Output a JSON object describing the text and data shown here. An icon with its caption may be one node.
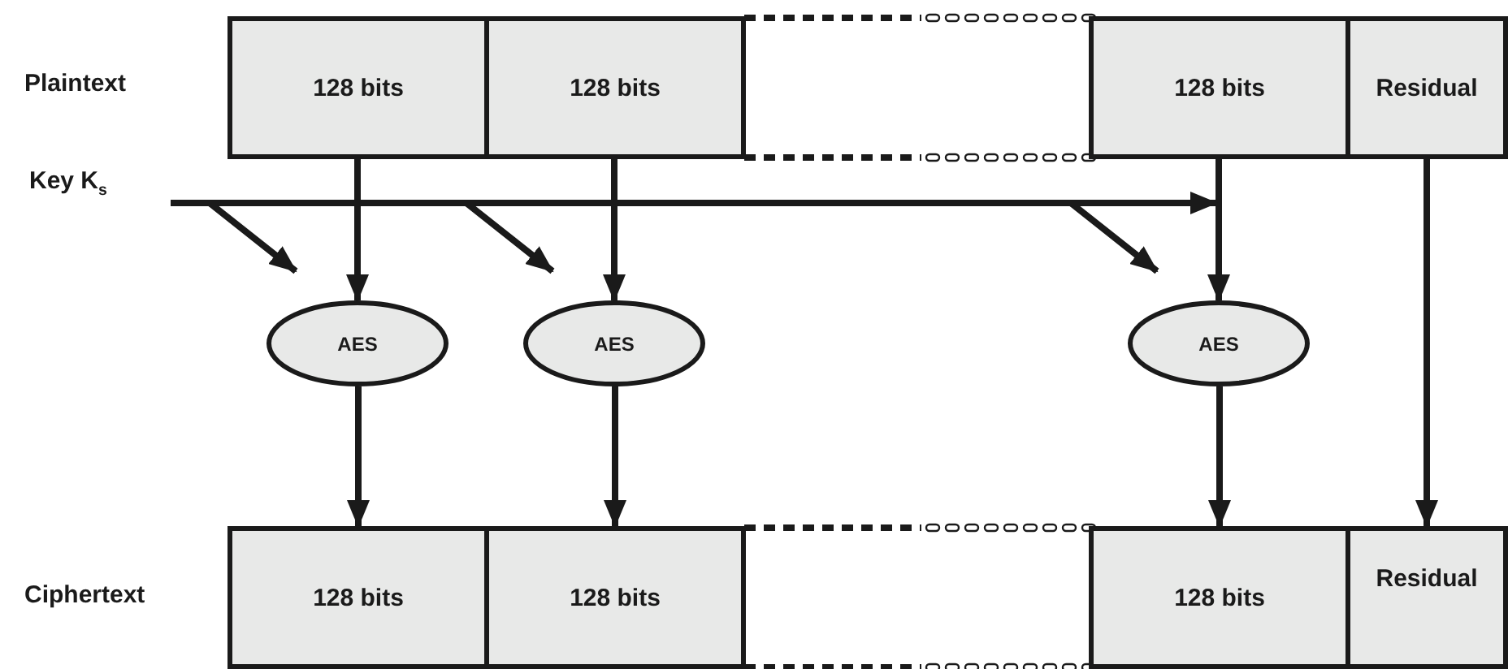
{
  "diagram": {
    "nodes": [
      {
        "text": [
          "128 bits"
        ]
      },
      {
        "text": [
          "128 bits"
        ]
      },
      {
        "text": [
          "128 bits"
        ]
      },
      {
        "text": [
          "Residual"
        ]
      },
      {
        "text": [
          "Key K$_{s}$"
        ]
      },
      {
        "text": [
          "AES"
        ]
      },
      {
        "text": [
          "AES"
        ]
      },
      {
        "text": [
          "AES"
        ]
      },
      {
        "text": [
          "128 bits"
        ]
      },
      {
        "text": [
          "128 bits"
        ]
      },
      {
        "text": [
          "128 bits"
        ]
      },
      {
        "text": [
          "Residual"
        ]
      }
    ],
    "edges": [
      {
        "from": 0,
        "to": 5,
        "arrow": "to"
      },
      {
        "from": 1,
        "to": 6,
        "arrow": "to"
      },
      {
        "from": 2,
        "to": 7,
        "arrow": "to"
      },
      {
        "from": 4,
        "to": 5,
        "arrow": "to"
      },
      {
        "from": 4,
        "to": 6,
        "arrow": "to"
      },
      {
        "from": 4,
        "to": 7,
        "arrow": "to"
      },
      {
        "from": 4,
        "to": 2,
        "arrow": "to"
      },
      {
        "from": 5,
        "to": 8,
        "arrow": "to"
      },
      {
        "from": 6,
        "to": 9,
        "arrow": "to"
      },
      {
        "from": 7,
        "to": 10,
        "arrow": "to"
      },
      {
        "from": 3,
        "to": 11,
        "arrow": "to"
      }
    ],
    "labels": [
      "Plaintext",
      "Ciphertext"
    ]
  }
}
